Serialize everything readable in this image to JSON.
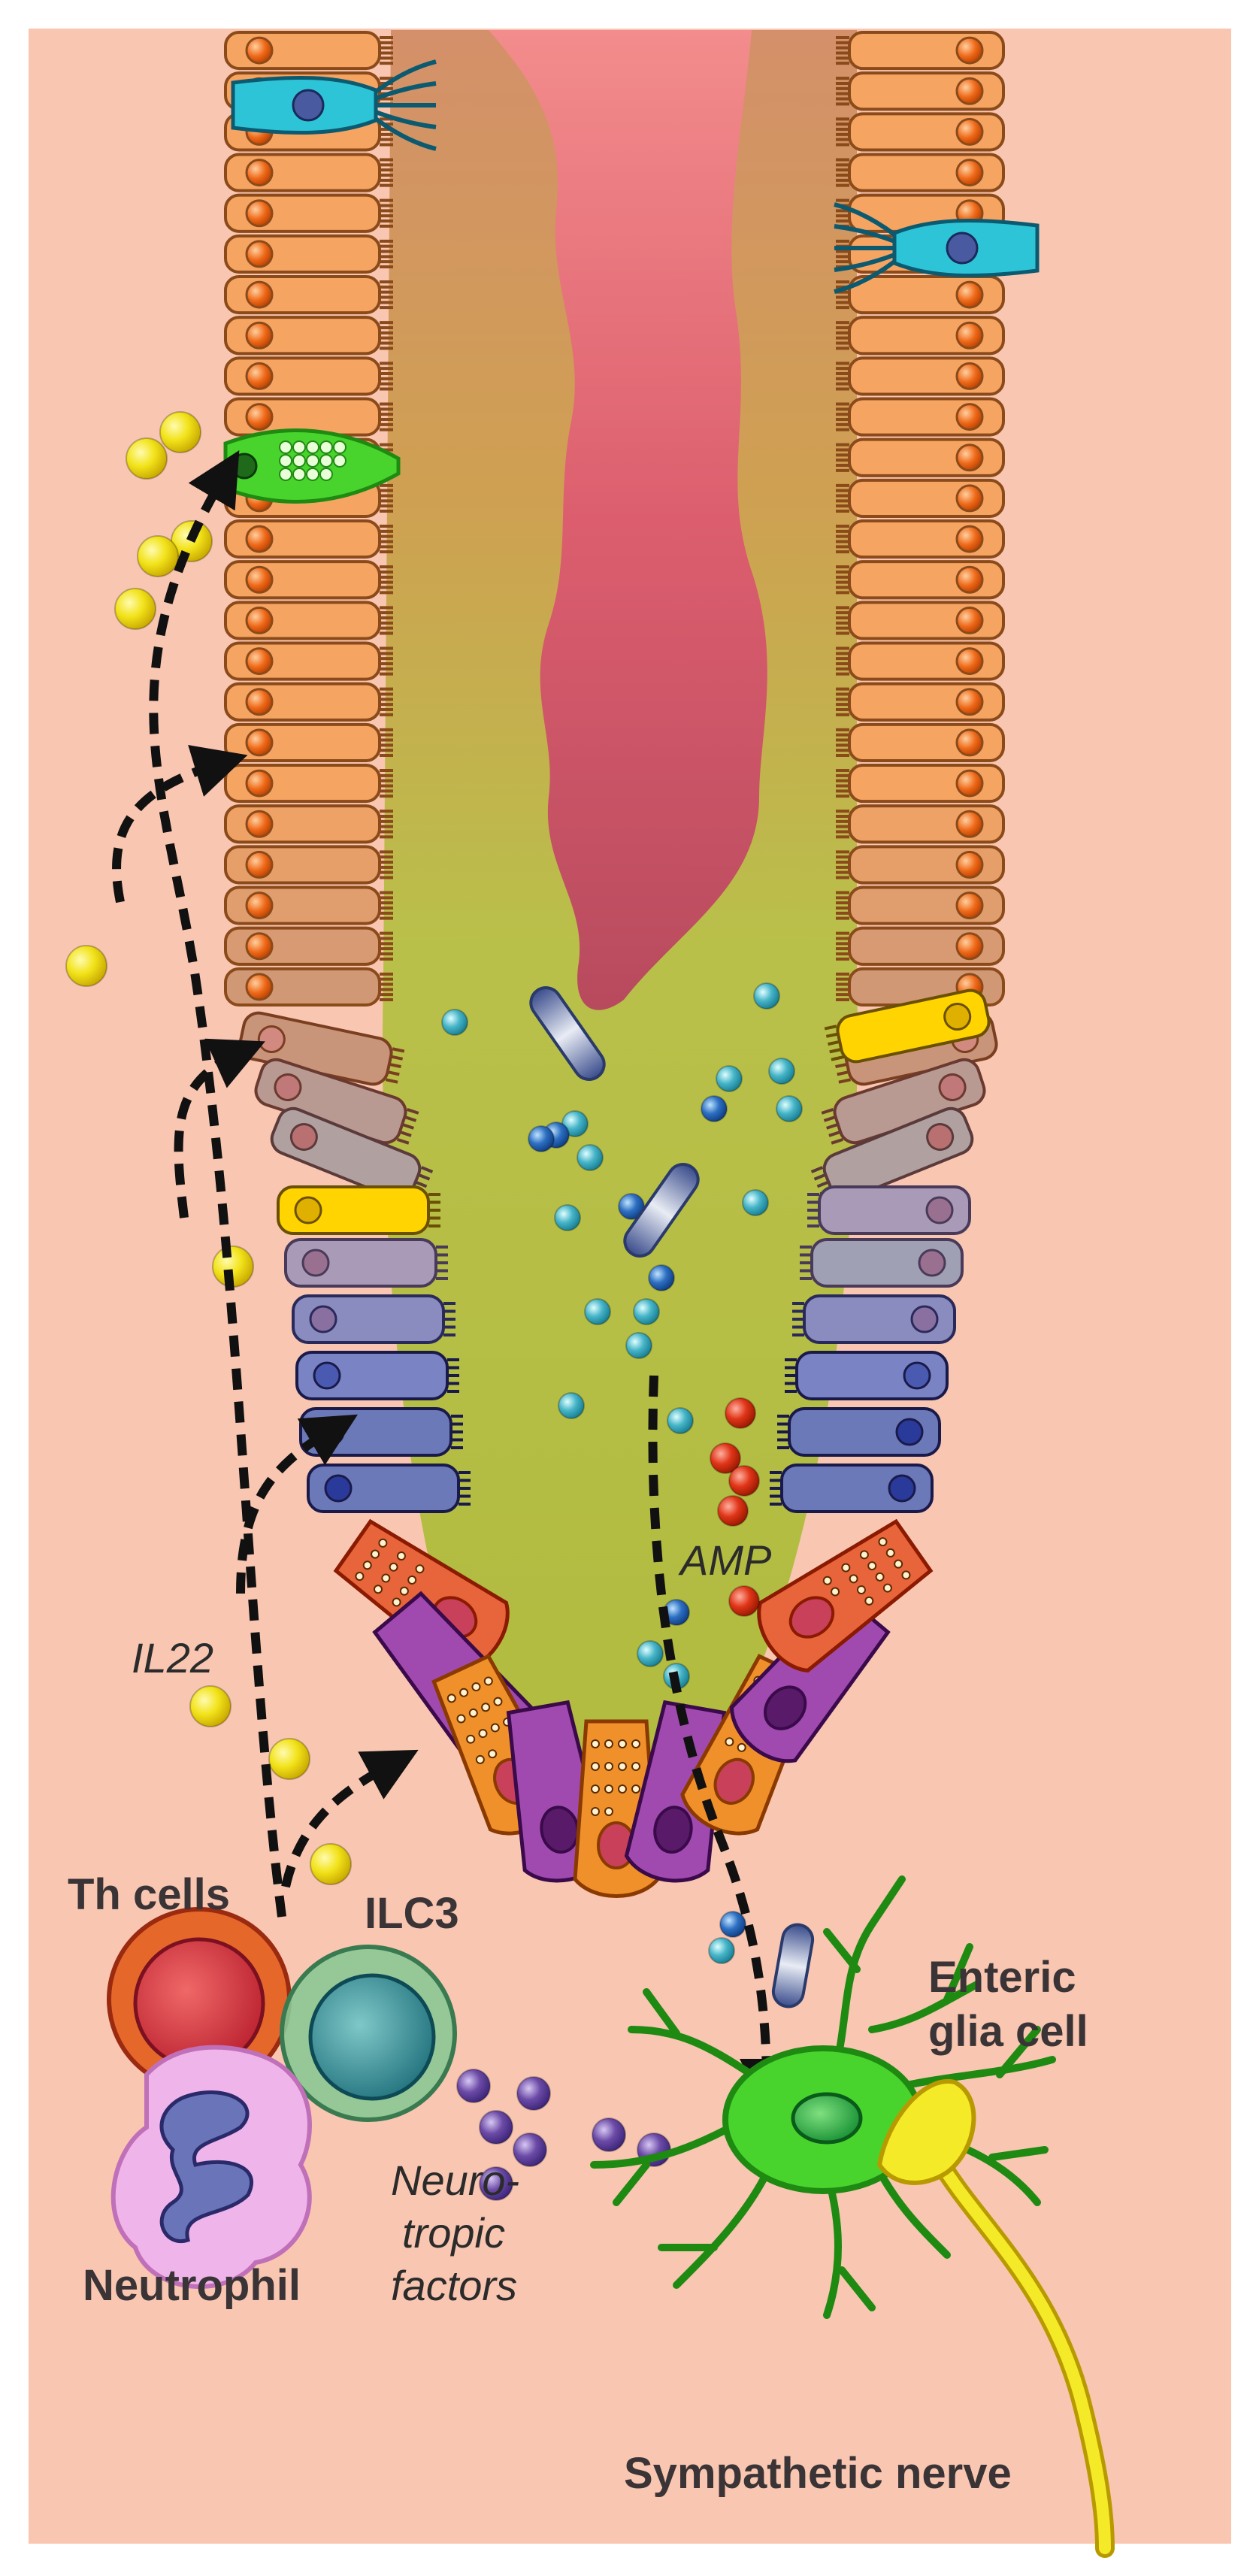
{
  "labels": {
    "il22": "IL22",
    "amp": "AMP",
    "th_cells": "Th cells",
    "ilc3": "ILC3",
    "neutrophil": "Neutrophil",
    "enteric_line1": "Enteric",
    "enteric_line2": "glia cell",
    "neuro_line1": "Neuro-",
    "neuro_line2": "tropic",
    "neuro_line3": "factors",
    "sympathetic_nerve": "Sympathetic nerve"
  },
  "colors": {
    "background": "#f9c6b1",
    "frame": "#ffffff",
    "epithelial": "#f4a05c",
    "goblet": "#ffd400",
    "stem": "#6c79b8",
    "paneth": "#e8643a",
    "lumen": "#b8c047",
    "lumen_top": "#f07e7e",
    "il22_ball": "#f2e31a",
    "enteric_glia": "#47d52a",
    "nerve": "#f4ea27",
    "th_cell": "#d8433f",
    "ilc3": "#3c9aa0",
    "neutrophil": "#e9a8df",
    "neurotropic": "#6b4aa6"
  },
  "icons": [
    "tuft-cell-icon",
    "enterocyte-icon",
    "goblet-cell-icon",
    "stem-cell-icon",
    "paneth-cell-icon",
    "bacteria-icon",
    "glia-cell-icon",
    "nerve-fiber-icon"
  ]
}
